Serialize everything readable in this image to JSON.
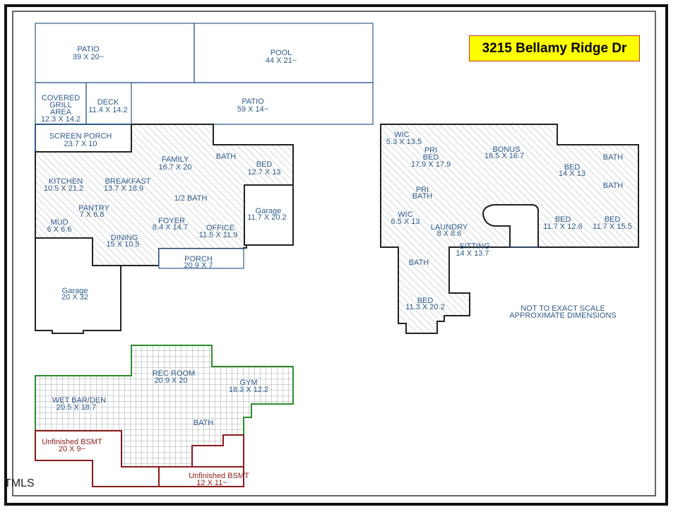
{
  "title": "3215 Bellamy Ridge Dr",
  "watermark": "TMLS",
  "colors": {
    "outline": "#2e5a8a",
    "label": "#2e5a8a",
    "basement_grid": "#2e8b2e",
    "unfinished": "#8b1a1a",
    "title_bg": "#ffff00",
    "frame": "#111111"
  },
  "note": [
    "NOT TO EXACT SCALE",
    "APPROXIMATE DIMENSIONS"
  ],
  "main_floor": {
    "outdoor": [
      {
        "name": "PATIO",
        "dims": "39 X 20~"
      },
      {
        "name": "POOL",
        "dims": "44 X 21~"
      },
      {
        "name": "PATIO",
        "dims": "59 X 14~"
      },
      {
        "name_lines": [
          "COVERED",
          "GRILL",
          "AREA"
        ],
        "dims": "12.3 X 14.2"
      },
      {
        "name": "DECK",
        "dims": "11.4 X 14.2"
      },
      {
        "name": "SCREEN PORCH",
        "dims": "23.7 X 10"
      }
    ],
    "rooms": [
      {
        "name": "FAMILY",
        "dims": "16.7 X 20"
      },
      {
        "name": "BATH",
        "dims": ""
      },
      {
        "name": "BED",
        "dims": "12.7 X 13"
      },
      {
        "name": "KITCHEN",
        "dims": "10.5 X 21.2"
      },
      {
        "name": "BREAKFAST",
        "dims": "13.7 X 18.9"
      },
      {
        "name": "1/2 BATH",
        "dims": ""
      },
      {
        "name": "PANTRY",
        "dims": "7 X 6.8"
      },
      {
        "name": "Garage",
        "dims": "11.7 X 20.2"
      },
      {
        "name": "MUD",
        "dims": "6 X 6.6"
      },
      {
        "name": "FOYER",
        "dims": "8.4 X 14.7"
      },
      {
        "name": "OFFICE",
        "dims": "11.5 X 11.9"
      },
      {
        "name": "DINING",
        "dims": "15 X 10.5"
      },
      {
        "name": "PORCH",
        "dims": "20.9 X 7"
      },
      {
        "name": "Garage",
        "dims": "20 X 32"
      }
    ]
  },
  "upper_floor": {
    "rooms": [
      {
        "name": "WIC",
        "dims": "5.3 X 13.5"
      },
      {
        "name_lines": [
          "PRI",
          "BED"
        ],
        "dims": "17.9 X 17.9"
      },
      {
        "name": "BONUS",
        "dims": "18.5 X 16.7"
      },
      {
        "name": "BATH",
        "dims": ""
      },
      {
        "name": "BED",
        "dims": "14 X 13"
      },
      {
        "name_lines": [
          "PRI",
          "BATH"
        ],
        "dims": ""
      },
      {
        "name": "BATH",
        "dims": ""
      },
      {
        "name": "WIC",
        "dims": "6.5 X 13"
      },
      {
        "name": "LAUNDRY",
        "dims": "8 X 8.6"
      },
      {
        "name": "BED",
        "dims": "11.7 X 12.6"
      },
      {
        "name": "BED",
        "dims": "11.7 X 15.5"
      },
      {
        "name": "SITTING",
        "dims": "14 X 13.7"
      },
      {
        "name": "BATH",
        "dims": ""
      },
      {
        "name": "BED",
        "dims": "11.3 X 20.2"
      }
    ]
  },
  "basement": {
    "rooms": [
      {
        "name": "REC ROOM",
        "dims": "20.9 X 20"
      },
      {
        "name": "GYM",
        "dims": "18.3 X 12.2"
      },
      {
        "name": "WET BAR/DEN",
        "dims": "20.5 X 18.7"
      },
      {
        "name": "BATH",
        "dims": ""
      },
      {
        "name": "Unfinished BSMT",
        "dims": "20 X 9~"
      },
      {
        "name": "Unfinished BSMT",
        "dims": "12 X 11~"
      }
    ]
  }
}
